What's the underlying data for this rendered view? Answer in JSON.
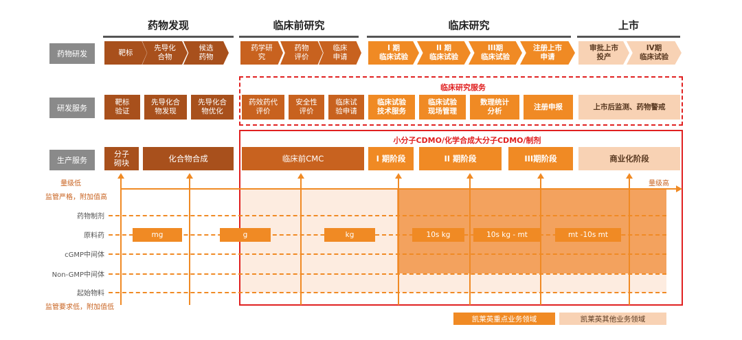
{
  "phases": [
    "药物发现",
    "临床前研究",
    "临床研究",
    "上市"
  ],
  "rows": {
    "drug_rd": {
      "label": "药物研发",
      "cells": [
        "靶标",
        "先导化\n合物",
        "候选\n药物",
        "药学研\n究",
        "药物\n评价",
        "临床\n申请",
        "I 期\n临床试验",
        "II 期\n临床试验",
        "III期\n临床试验",
        "注册上市\n申请",
        "审批上市\n投产",
        "IV期\n临床试验"
      ]
    },
    "rd_service": {
      "label": "研发服务",
      "title": "临床研究服务",
      "cells": [
        "靶标\n验证",
        "先导化合\n物发现",
        "先导化合\n物优化",
        "药效药代\n评价",
        "安全性\n评价",
        "临床试\n验申请",
        "临床试验\n技术服务",
        "临床试验\n现场管理",
        "数理统计\n分析",
        "注册申报",
        "上市后监测、药物警戒"
      ]
    },
    "production": {
      "label": "生产服务",
      "title": "小分子CDMO/化学合成大分子CDMO/制剂",
      "cells": [
        "分子\n砌块",
        "化合物合成",
        "临床前CMC",
        "I 期阶段",
        "II 期阶段",
        "III期阶段",
        "商业化阶段"
      ]
    }
  },
  "axis": {
    "low_scale": "量级低",
    "high_scale": "量级高",
    "top_left": "监管严格，附加值高",
    "bottom_left": "监管要求低，附加值低",
    "levels": [
      "药物制剂",
      "原料药",
      "cGMP中间体",
      "Non-GMP中间体",
      "起始物料"
    ],
    "quantities": [
      "mg",
      "g",
      "kg",
      "10s kg",
      "10s kg - mt",
      "mt -10s mt"
    ]
  },
  "legend": {
    "focus": "凯莱英重点业务领域",
    "other": "凯莱英其他业务领域"
  },
  "colors": {
    "dark": "#a8501c",
    "mid": "#c8621f",
    "orange": "#f08a24",
    "light": "#f8d2b4",
    "red": "#e02020"
  }
}
